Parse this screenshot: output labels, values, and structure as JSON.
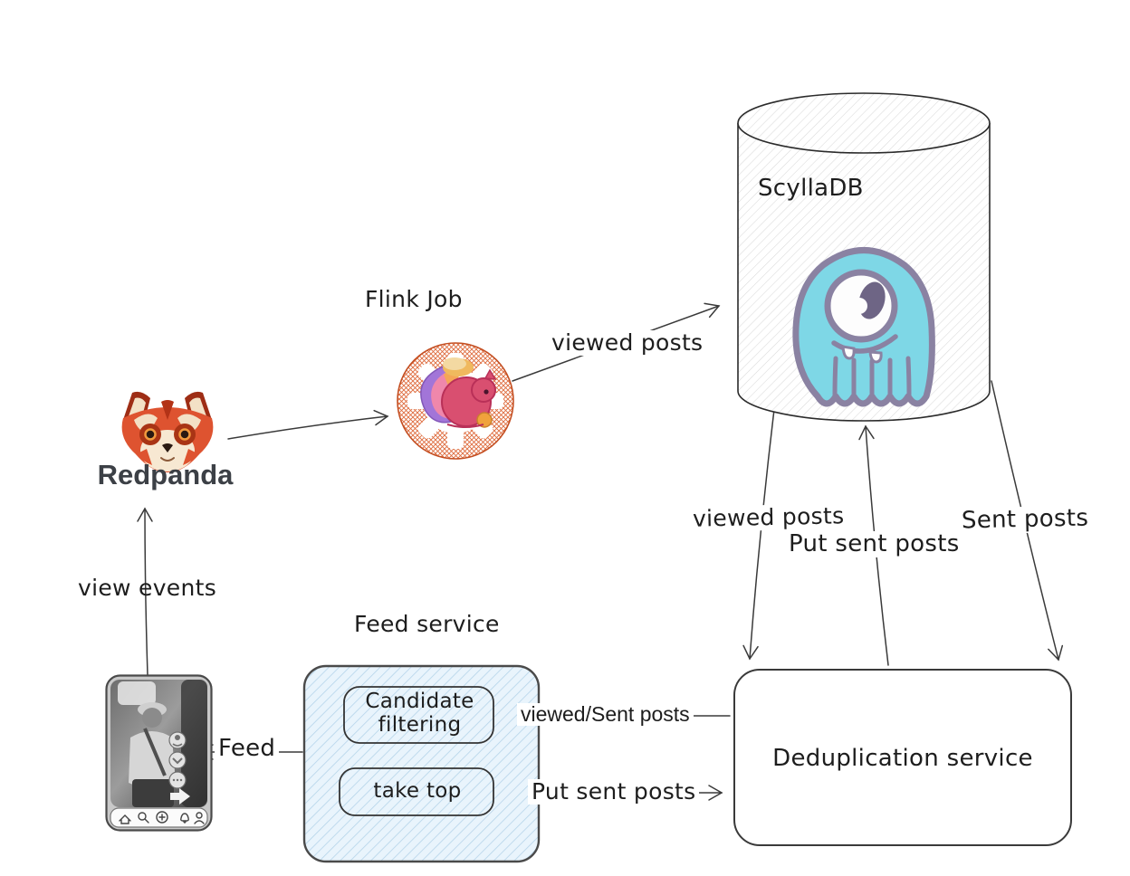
{
  "nodes": {
    "scylladb": {
      "label": "ScyllaDB"
    },
    "flink": {
      "label": "Flink Job"
    },
    "redpanda": {
      "label": "Redpanda"
    },
    "feed_service": {
      "title": "Feed service",
      "candidate_filtering": "Candidate filtering",
      "take_top": "take top"
    },
    "deduplication": {
      "label": "Deduplication service"
    }
  },
  "edges": {
    "view_events": "view events",
    "viewed_posts_to_scylla": "viewed posts",
    "viewed_posts_to_dedup": "viewed posts",
    "put_sent_posts_to_scylla": "Put sent posts",
    "sent_posts_to_dedup": "Sent posts",
    "feed": "Feed",
    "viewed_sent_posts": "viewed/Sent posts",
    "put_sent_posts_to_dedup": "Put sent posts"
  },
  "colors": {
    "scylla_cyan": "#7ed7e6",
    "scylla_outline": "#8a82a2",
    "flink_orange": "#d85c2e",
    "feed_blue": "#dcecf9",
    "redpanda_red": "#de5330",
    "line": "#3a3a3a"
  }
}
